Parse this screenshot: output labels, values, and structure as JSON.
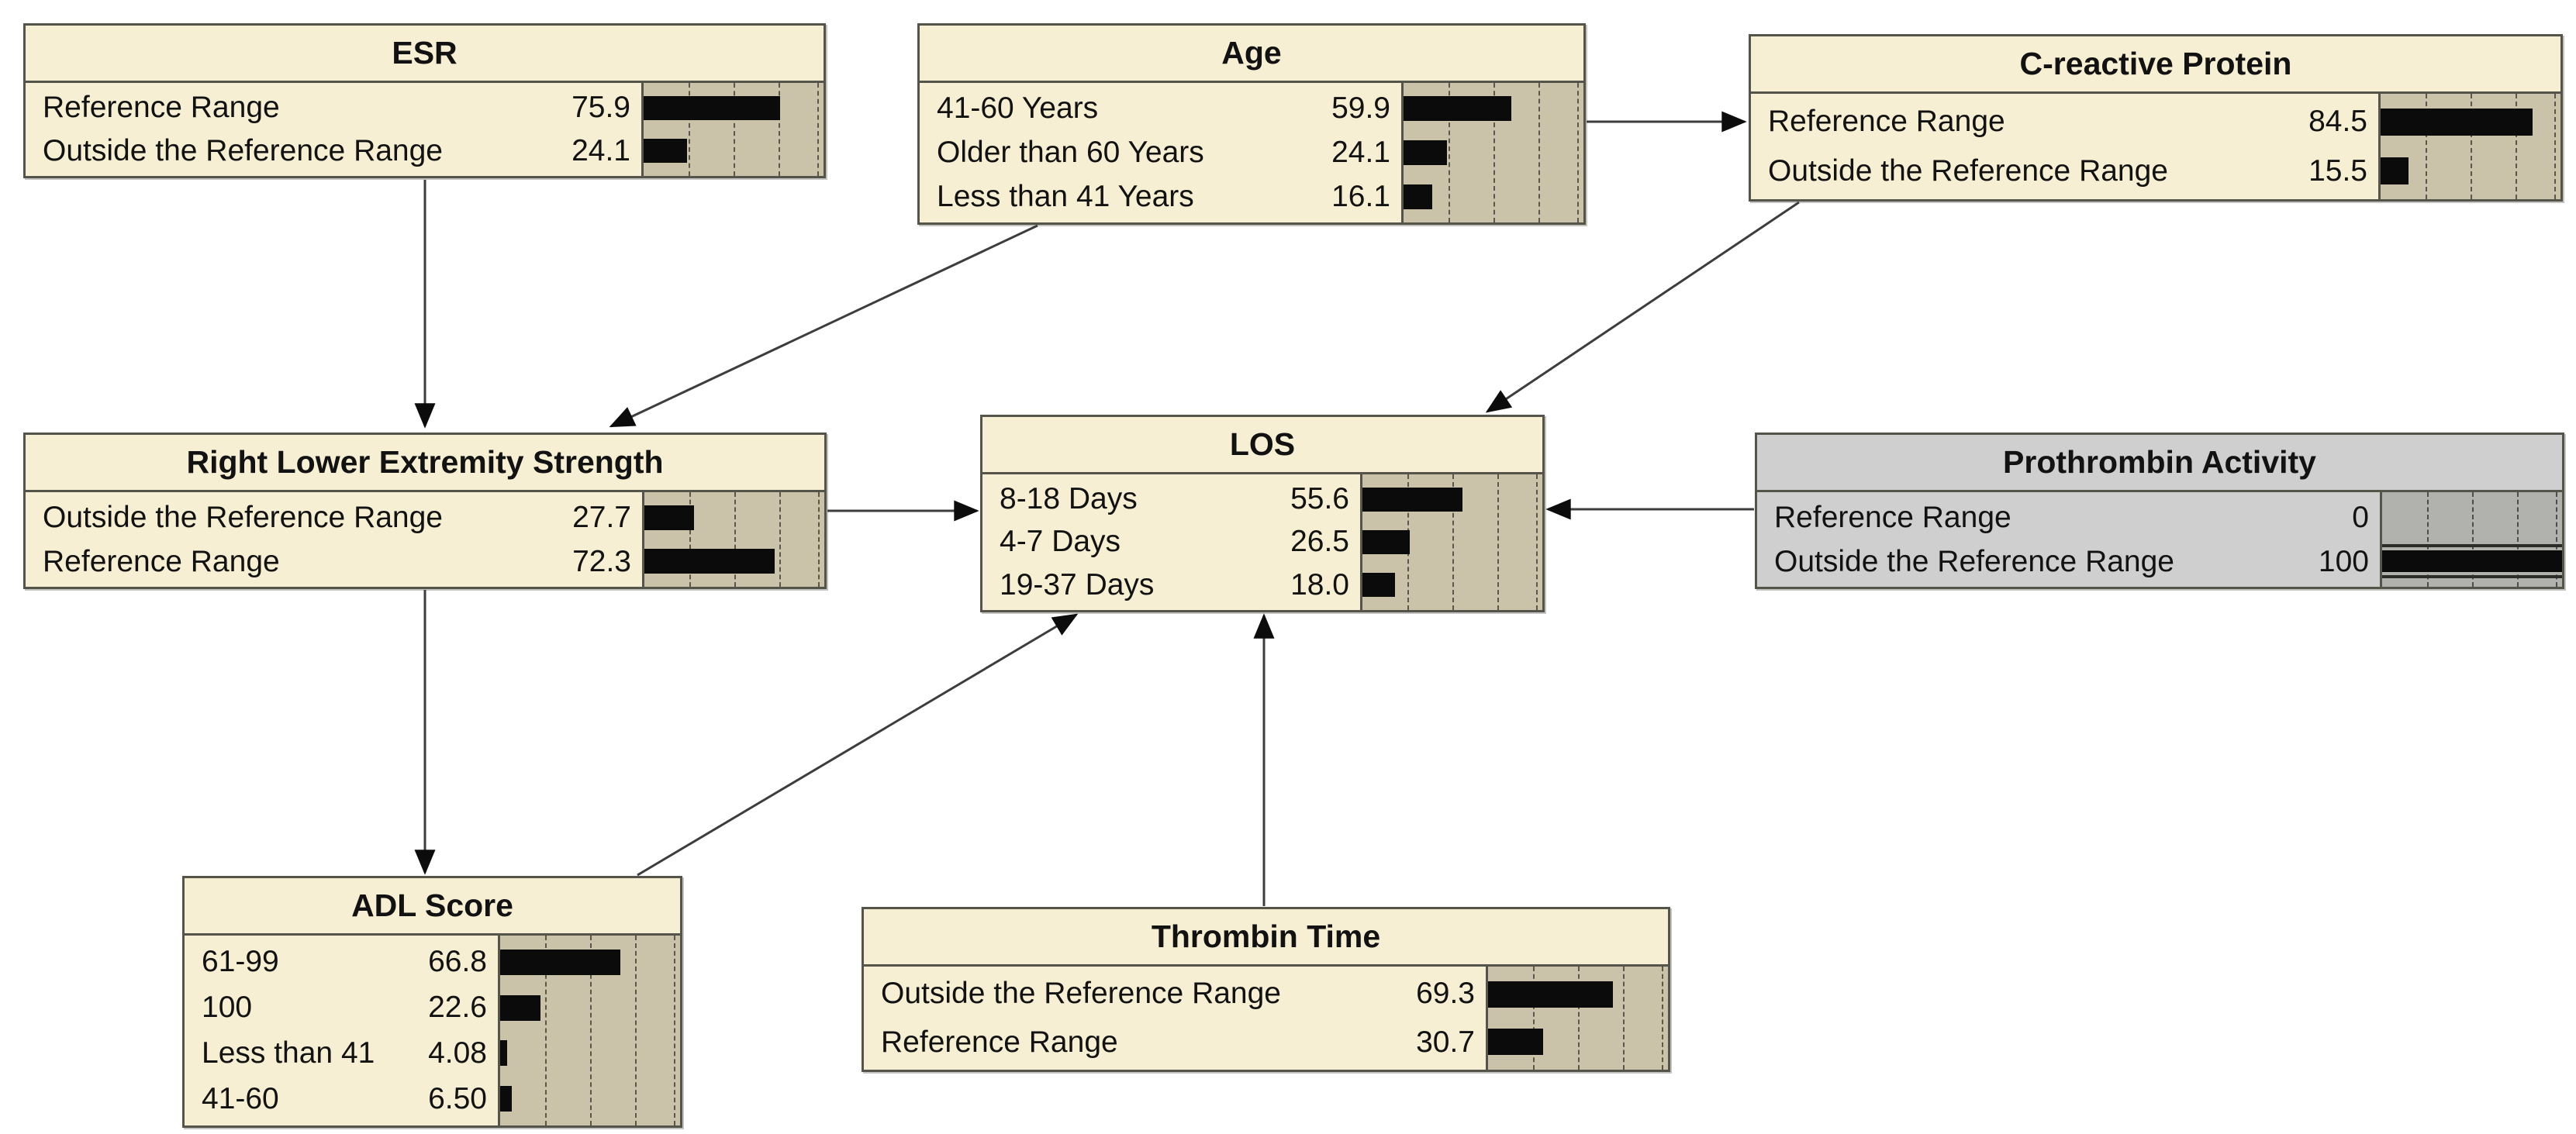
{
  "network": {
    "nodes": {
      "esr": {
        "title": "ESR",
        "rows": [
          {
            "label": "Reference Range",
            "value": "75.9",
            "pct": 75.9
          },
          {
            "label": "Outside the Reference Range",
            "value": "24.1",
            "pct": 24.1
          }
        ]
      },
      "age": {
        "title": "Age",
        "rows": [
          {
            "label": "41-60 Years",
            "value": "59.9",
            "pct": 59.9
          },
          {
            "label": "Older than 60 Years",
            "value": "24.1",
            "pct": 24.1
          },
          {
            "label": "Less than 41 Years",
            "value": "16.1",
            "pct": 16.1
          }
        ]
      },
      "crp": {
        "title": "C-reactive Protein",
        "rows": [
          {
            "label": "Reference Range",
            "value": "84.5",
            "pct": 84.5
          },
          {
            "label": "Outside the Reference Range",
            "value": "15.5",
            "pct": 15.5
          }
        ]
      },
      "rles": {
        "title": "Right Lower Extremity Strength",
        "rows": [
          {
            "label": "Outside the Reference Range",
            "value": "27.7",
            "pct": 27.7
          },
          {
            "label": "Reference Range",
            "value": "72.3",
            "pct": 72.3
          }
        ]
      },
      "los": {
        "title": "LOS",
        "rows": [
          {
            "label": "8-18 Days",
            "value": "55.6",
            "pct": 55.6
          },
          {
            "label": "4-7 Days",
            "value": "26.5",
            "pct": 26.5
          },
          {
            "label": "19-37 Days",
            "value": "18.0",
            "pct": 18.0
          }
        ]
      },
      "prothrombin": {
        "title": "Prothrombin Activity",
        "evidence": true,
        "rows": [
          {
            "label": "Reference Range",
            "value": "0",
            "pct": 0
          },
          {
            "label": "Outside the Reference Range",
            "value": "100",
            "pct": 100
          }
        ]
      },
      "adl": {
        "title": "ADL Score",
        "rows": [
          {
            "label": "61-99",
            "value": "66.8",
            "pct": 66.8
          },
          {
            "label": "100",
            "value": "22.6",
            "pct": 22.6
          },
          {
            "label": "Less than 41",
            "value": "4.08",
            "pct": 4.08
          },
          {
            "label": "41-60",
            "value": "6.50",
            "pct": 6.5
          }
        ]
      },
      "thrombin": {
        "title": "Thrombin Time",
        "rows": [
          {
            "label": "Outside the Reference Range",
            "value": "69.3",
            "pct": 69.3
          },
          {
            "label": "Reference Range",
            "value": "30.7",
            "pct": 30.7
          }
        ]
      }
    },
    "edges": [
      {
        "from": "ESR",
        "to": "Right Lower Extremity Strength"
      },
      {
        "from": "Age",
        "to": "Right Lower Extremity Strength"
      },
      {
        "from": "Age",
        "to": "C-reactive Protein"
      },
      {
        "from": "C-reactive Protein",
        "to": "LOS"
      },
      {
        "from": "Right Lower Extremity Strength",
        "to": "LOS"
      },
      {
        "from": "Right Lower Extremity Strength",
        "to": "ADL Score"
      },
      {
        "from": "ADL Score",
        "to": "LOS"
      },
      {
        "from": "Thrombin Time",
        "to": "LOS"
      },
      {
        "from": "Prothrombin Activity",
        "to": "LOS"
      }
    ],
    "colors": {
      "node_fill": "#f7efd3",
      "bar_area_fill": "#cbc2aa",
      "bar_fill": "#0b0b0b",
      "evidence_node_fill": "#cfcfcf",
      "evidence_bar_area_fill": "#b1b1ad",
      "border": "#55544b",
      "arrow": "#3d3d3d"
    }
  }
}
